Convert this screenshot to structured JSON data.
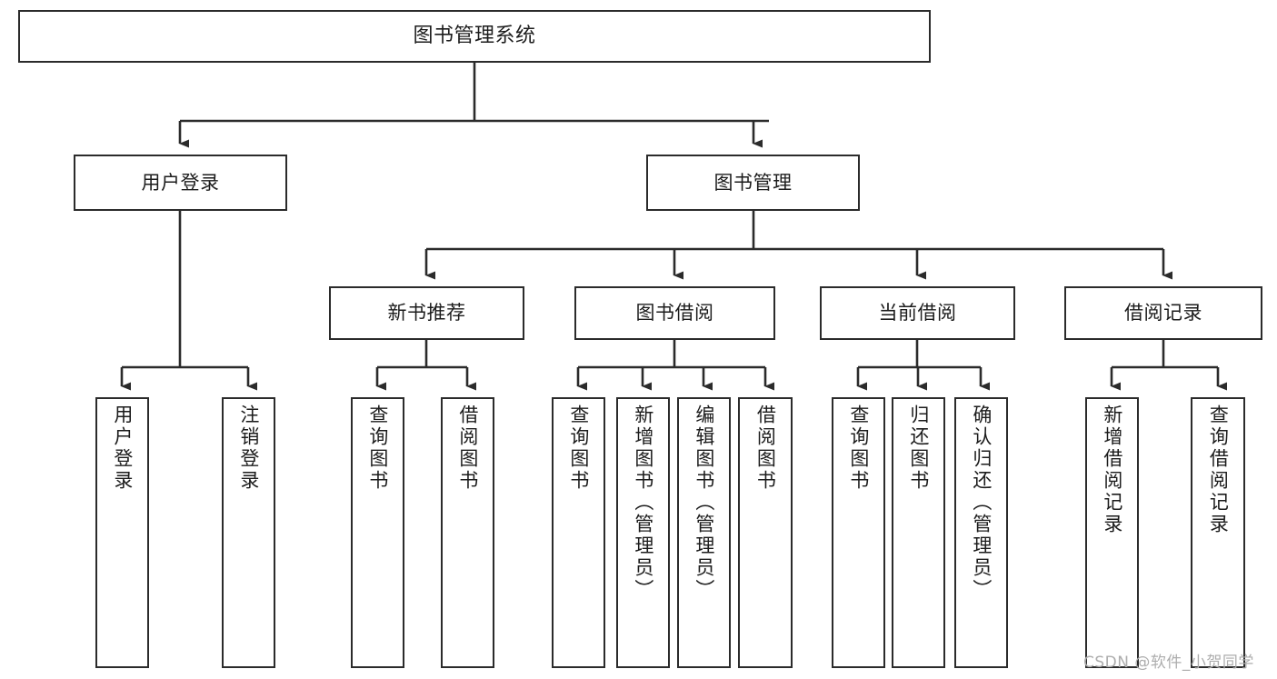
{
  "diagram": {
    "title": "图书管理系统",
    "type": "tree-hierarchy",
    "orientation": "top-down",
    "colors": {
      "box_border": "#2b2b2b",
      "box_fill": "#ffffff",
      "connector": "#2b2b2b",
      "text": "#1c1c1c",
      "watermark": "#adadad",
      "background": "#ffffff"
    },
    "nodes": {
      "root": {
        "label": "图书管理系统"
      },
      "level2": [
        {
          "id": "user-login",
          "label": "用户登录"
        },
        {
          "id": "book-manage",
          "label": "图书管理"
        }
      ],
      "level3": [
        {
          "id": "new-book-recommend",
          "label": "新书推荐"
        },
        {
          "id": "book-borrow",
          "label": "图书借阅"
        },
        {
          "id": "current-borrow",
          "label": "当前借阅"
        },
        {
          "id": "borrow-record",
          "label": "借阅记录"
        }
      ],
      "leaves": {
        "user-login": [
          {
            "id": "leaf-user-login",
            "label": "用户登录"
          },
          {
            "id": "leaf-logout-login",
            "label": "注销登录"
          }
        ],
        "new-book-recommend": [
          {
            "id": "leaf-query-book-1",
            "label": "查询图书"
          },
          {
            "id": "leaf-borrow-book-1",
            "label": "借阅图书"
          }
        ],
        "book-borrow": [
          {
            "id": "leaf-query-book-2",
            "label": "查询图书"
          },
          {
            "id": "leaf-add-book",
            "label": "新增图书（管理员）"
          },
          {
            "id": "leaf-edit-book",
            "label": "编辑图书（管理员）"
          },
          {
            "id": "leaf-borrow-book-2",
            "label": "借阅图书"
          }
        ],
        "current-borrow": [
          {
            "id": "leaf-query-book-3",
            "label": "查询图书"
          },
          {
            "id": "leaf-return-book",
            "label": "归还图书"
          },
          {
            "id": "leaf-confirm-return",
            "label": "确认归还（管理员）"
          }
        ],
        "borrow-record": [
          {
            "id": "leaf-add-record",
            "label": "新增借阅记录"
          },
          {
            "id": "leaf-query-record",
            "label": "查询借阅记录"
          }
        ]
      }
    },
    "watermark": "CSDN @软件_小贺同学"
  }
}
